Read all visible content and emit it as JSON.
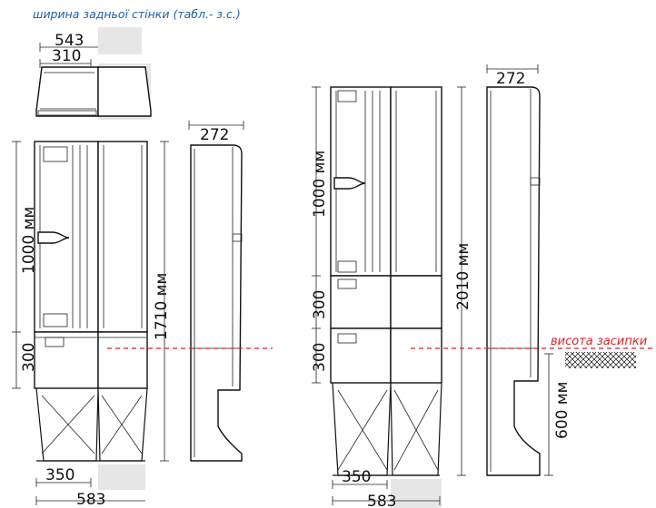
{
  "header_note": "ширина задньої стінки (табл.- з.с.)",
  "colors": {
    "accent_blue": "#1f5fa6",
    "level_red": "#d8232a",
    "line": "#111111"
  },
  "left_cabinet": {
    "top_width_outer": "543",
    "top_width_inner": "310",
    "depth": "272",
    "upper_height": "1000 мм",
    "lower_height": "300",
    "total_height": "1710 мм",
    "bottom_width_inner": "350",
    "bottom_width_outer": "583"
  },
  "right_cabinet": {
    "depth": "272",
    "upper_height": "1000 мм",
    "middle_height": "300",
    "lower_height": "300",
    "total_height": "2010 мм",
    "bottom_width_inner": "350",
    "bottom_width_outer": "583"
  },
  "fill_level_label": "висота засипки",
  "burial_depth": "600 мм"
}
